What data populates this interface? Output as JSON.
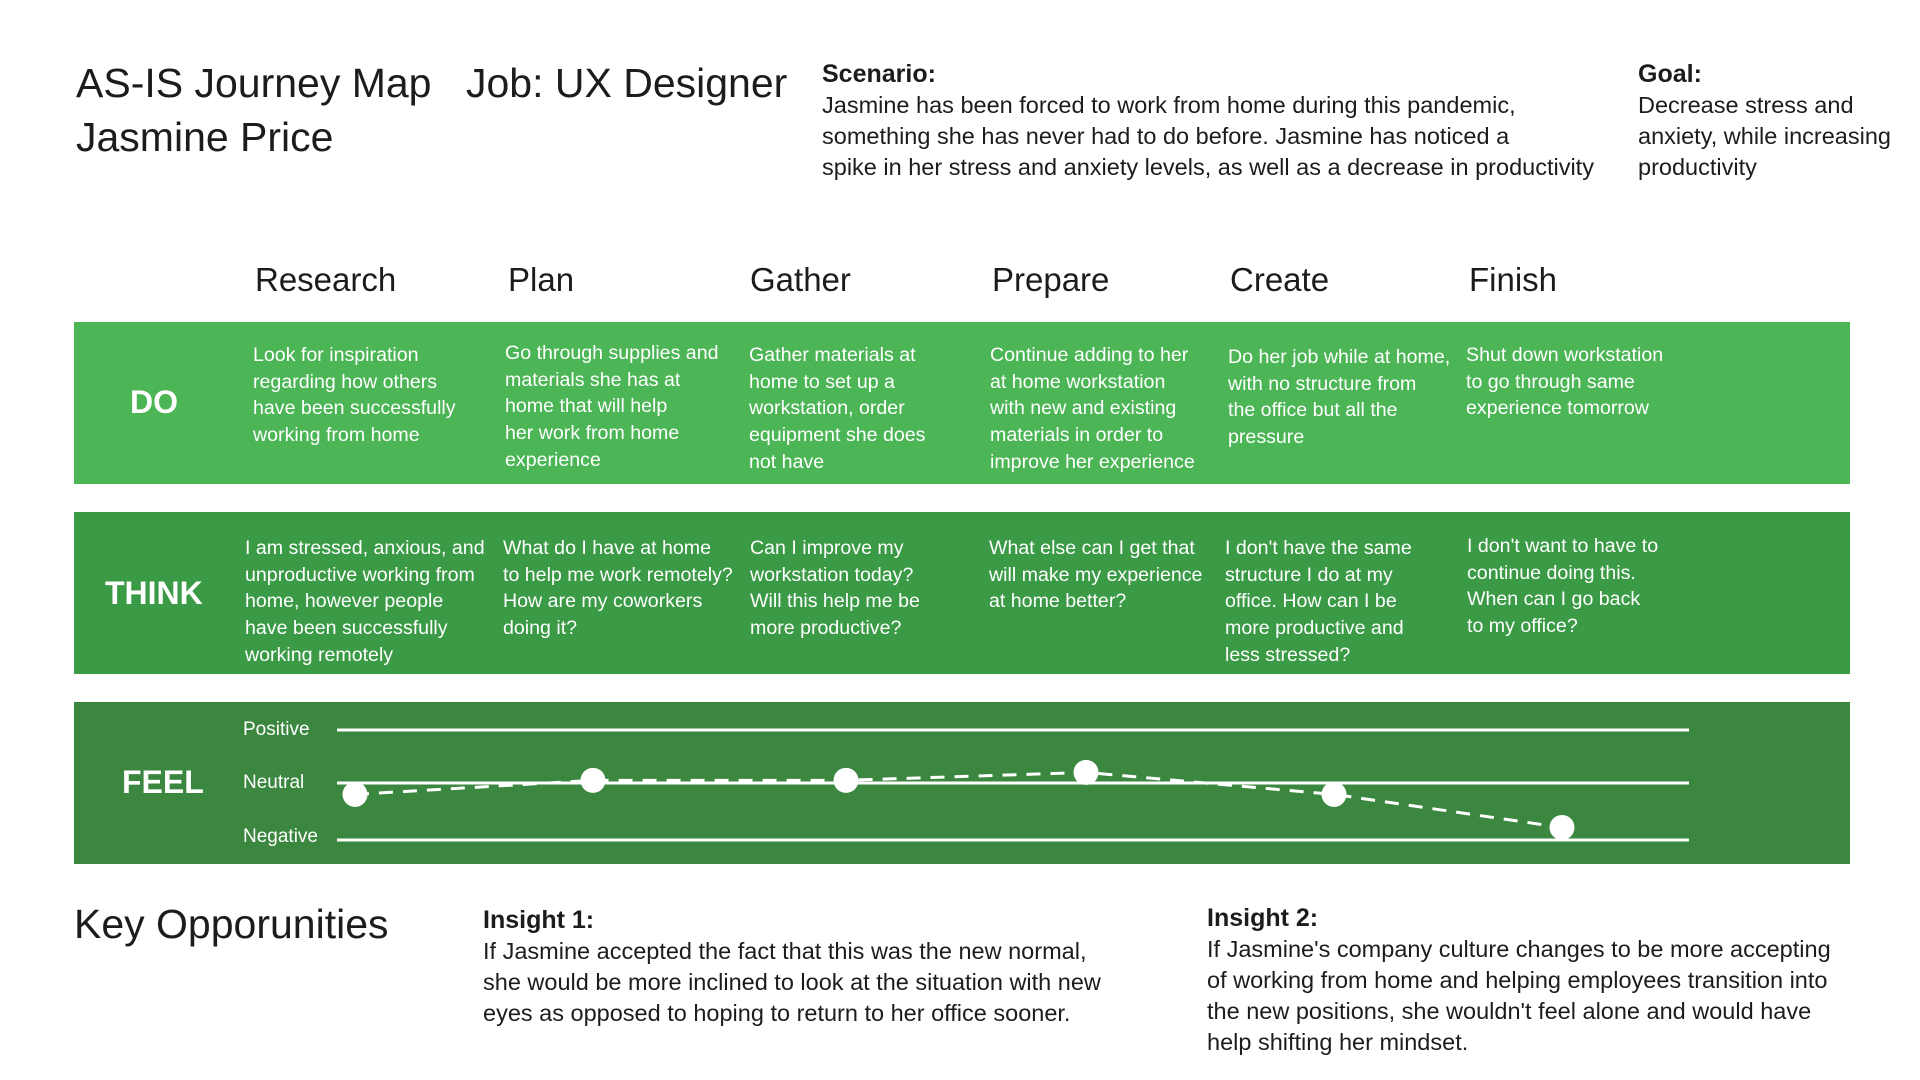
{
  "header": {
    "title_line1": "AS-IS Journey Map",
    "title_line2": "Jasmine Price",
    "job": "Job: UX Designer",
    "scenario_label": "Scenario:",
    "scenario_lines": [
      "Jasmine has been forced to work from home during this pandemic,",
      "something she has never had to do before. Jasmine has noticed a",
      "spike in her stress and anxiety levels, as well as a decrease in productivity"
    ],
    "goal_label": "Goal:",
    "goal_lines": [
      "Decrease stress and",
      "anxiety, while increasing",
      "productivity"
    ]
  },
  "stages": [
    "Research",
    "Plan",
    "Gather",
    "Prepare",
    "Create",
    "Finish"
  ],
  "rows": {
    "do": {
      "label": "DO",
      "cells": [
        "Look for inspiration\nregarding how others\nhave been successfully\nworking from home",
        "Go through supplies and\nmaterials she has at\nhome that will help\nher work from home\nexperience",
        "Gather materials at\nhome to set up a\nworkstation, order\nequipment she does\nnot have",
        "Continue adding to her\nat home workstation\nwith new and existing\nmaterials in order to\nimprove her experience",
        "Do her job while at home,\nwith no structure from\nthe office but all the\npressure",
        "Shut down workstation\nto go through same\nexperience tomorrow"
      ]
    },
    "think": {
      "label": "THINK",
      "cells": [
        "I am stressed, anxious, and\nunproductive working from\nhome, however people\nhave been successfully\nworking remotely",
        "What do I have at home\nto help me work remotely?\nHow are my coworkers\ndoing it?",
        "Can I improve my\nworkstation today?\nWill this help me be\nmore productive?",
        "What else can I get that\nwill make my experience\nat home better?",
        "I don't have the same\nstructure I do at my\noffice. How can I be\nmore productive and\nless stressed?",
        "I don't want to have to\ncontinue doing this.\nWhen can I go back\nto my office?"
      ]
    },
    "feel": {
      "label": "FEEL",
      "levels": [
        "Positive",
        "Neutral",
        "Negative"
      ]
    }
  },
  "chart_data": {
    "type": "line",
    "categories": [
      "Research",
      "Plan",
      "Gather",
      "Prepare",
      "Create",
      "Finish"
    ],
    "y_scale": [
      "Negative",
      "Neutral",
      "Positive"
    ],
    "ylim": [
      -1,
      1
    ],
    "values": [
      -0.2,
      0.05,
      0.05,
      0.2,
      -0.2,
      -0.78
    ],
    "line_style": "dashed",
    "colors": {
      "line": "#ffffff",
      "marker": "#ffffff"
    }
  },
  "opportunities": {
    "title": "Key Opporunities",
    "insights": [
      {
        "label": "Insight 1:",
        "lines": [
          "If Jasmine accepted the fact that this was the new normal,",
          "she would be more inclined to look at the situation with new",
          "eyes as opposed to hoping to return to her office sooner."
        ]
      },
      {
        "label": "Insight 2:",
        "lines": [
          "If Jasmine's company culture changes to be more accepting",
          "of working from home and helping employees transition into",
          "the new positions, she wouldn't feel alone and would have",
          "help shifting her mindset."
        ]
      }
    ]
  },
  "colors": {
    "do_band": "#4cb556",
    "think_band": "#3b9a45",
    "feel_band": "#3b873f",
    "text_on_band": "#ffffff"
  }
}
